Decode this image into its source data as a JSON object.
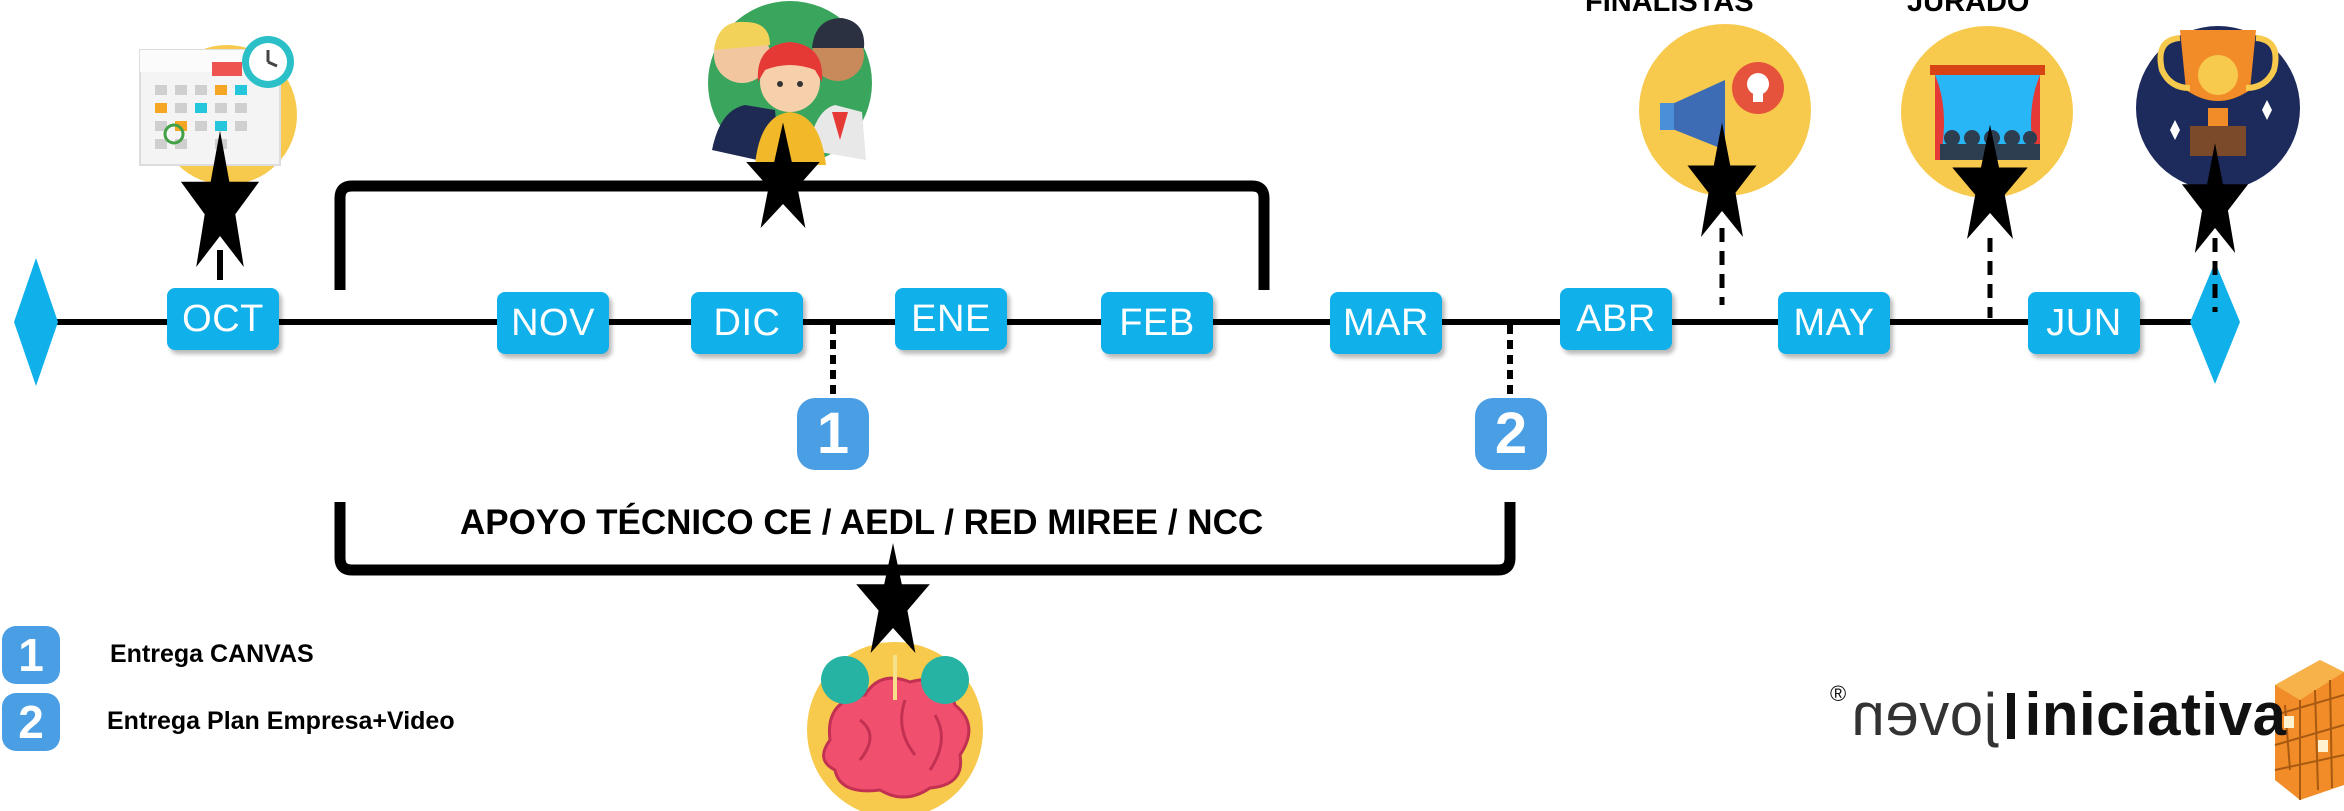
{
  "months": [
    "OCT",
    "NOV",
    "DIC",
    "ENE",
    "FEB",
    "MAR",
    "ABR",
    "MAY",
    "JUN"
  ],
  "milestones": {
    "finalistas_label": "FINALISTAS",
    "jurado_label": "JURADO"
  },
  "support_label": "APOYO TÉCNICO CE / AEDL / RED MIREE / NCC",
  "deliveries": [
    {
      "number": "1",
      "label": "Entrega CANVAS"
    },
    {
      "number": "2",
      "label": "Entrega Plan Empresa+Video"
    }
  ],
  "brand": {
    "reg": "®",
    "joven": "joven",
    "iniciativa": "iniciativa"
  },
  "colors": {
    "month_fill": "#10b0ea",
    "badge_fill": "#4a9ee4",
    "icon_yellow": "#f7c94c",
    "icon_green": "#3aa55c",
    "icon_navy": "#1c2a5c"
  },
  "icons": [
    "calendar-clock-icon",
    "team-icon",
    "megaphone-icon",
    "theater-icon",
    "trophy-icon",
    "brain-idea-icon",
    "rubik-cube-logo-icon"
  ]
}
